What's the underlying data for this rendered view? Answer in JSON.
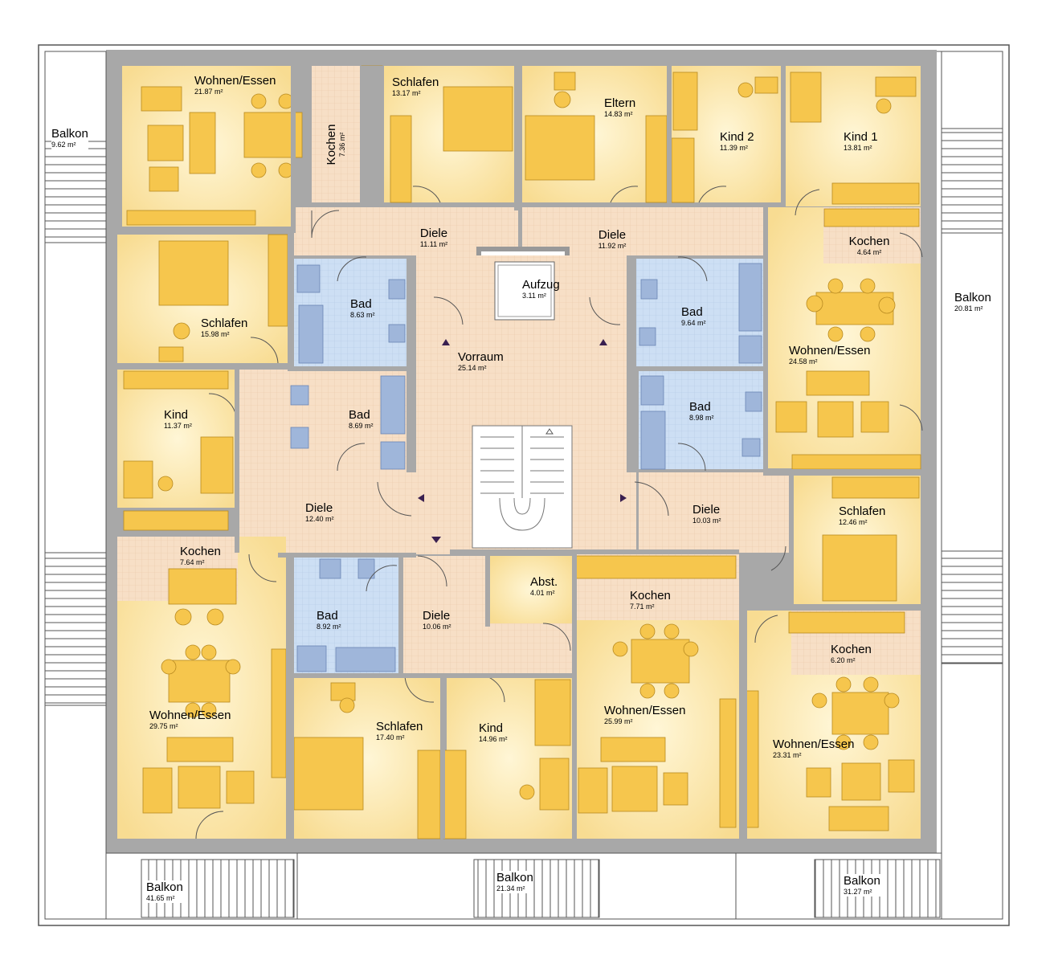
{
  "colors": {
    "room_fill": "#fde7a6",
    "room_glow": "#fff7dc",
    "tile_fill": "#f6dcc0",
    "bath_fill": "#cfdff5",
    "wall": "#a9a9a9",
    "furniture": "#f3c24a",
    "balcony_line": "#555555"
  },
  "rooms": [
    {
      "id": "wohnen-nw",
      "name": "Wohnen/Essen",
      "area": "21.87 m²"
    },
    {
      "id": "kochen-n",
      "name": "Kochen",
      "area": "7.36 m²"
    },
    {
      "id": "schlafen-n",
      "name": "Schlafen",
      "area": "13.17 m²"
    },
    {
      "id": "eltern",
      "name": "Eltern",
      "area": "14.83 m²"
    },
    {
      "id": "kind2",
      "name": "Kind 2",
      "area": "11.39 m²"
    },
    {
      "id": "kind1",
      "name": "Kind 1",
      "area": "13.81 m²"
    },
    {
      "id": "diele-n1",
      "name": "Diele",
      "area": "11.11 m²"
    },
    {
      "id": "diele-n2",
      "name": "Diele",
      "area": "11.92 m²"
    },
    {
      "id": "kochen-ne",
      "name": "Kochen",
      "area": "4.64 m²"
    },
    {
      "id": "schlafen-w",
      "name": "Schlafen",
      "area": "15.98 m²"
    },
    {
      "id": "bad-1",
      "name": "Bad",
      "area": "8.63 m²"
    },
    {
      "id": "aufzug",
      "name": "Aufzug",
      "area": "3.11 m²"
    },
    {
      "id": "bad-2",
      "name": "Bad",
      "area": "9.64 m²"
    },
    {
      "id": "wohnen-e",
      "name": "Wohnen/Essen",
      "area": "24.58 m²"
    },
    {
      "id": "vorraum",
      "name": "Vorraum",
      "area": "25.14 m²"
    },
    {
      "id": "kind-w",
      "name": "Kind",
      "area": "11.37 m²"
    },
    {
      "id": "bad-3",
      "name": "Bad",
      "area": "8.69 m²"
    },
    {
      "id": "bad-4",
      "name": "Bad",
      "area": "8.98 m²"
    },
    {
      "id": "diele-w",
      "name": "Diele",
      "area": "12.40 m²"
    },
    {
      "id": "diele-e",
      "name": "Diele",
      "area": "10.03 m²"
    },
    {
      "id": "schlafen-e",
      "name": "Schlafen",
      "area": "12.46 m²"
    },
    {
      "id": "kochen-w",
      "name": "Kochen",
      "area": "7.64 m²"
    },
    {
      "id": "abst",
      "name": "Abst.",
      "area": "4.01 m²"
    },
    {
      "id": "kochen-s",
      "name": "Kochen",
      "area": "7.71 m²"
    },
    {
      "id": "bad-5",
      "name": "Bad",
      "area": "8.92 m²"
    },
    {
      "id": "diele-s",
      "name": "Diele",
      "area": "10.06 m²"
    },
    {
      "id": "kochen-se",
      "name": "Kochen",
      "area": "6.20 m²"
    },
    {
      "id": "wohnen-sw",
      "name": "Wohnen/Essen",
      "area": "29.75 m²"
    },
    {
      "id": "schlafen-s",
      "name": "Schlafen",
      "area": "17.40 m²"
    },
    {
      "id": "kind-s",
      "name": "Kind",
      "area": "14.96 m²"
    },
    {
      "id": "wohnen-s",
      "name": "Wohnen/Essen",
      "area": "25.99 m²"
    },
    {
      "id": "wohnen-se",
      "name": "Wohnen/Essen",
      "area": "23.31 m²"
    }
  ],
  "balconies": [
    {
      "id": "balkon-w",
      "name": "Balkon",
      "area": "9.62 m²"
    },
    {
      "id": "balkon-e",
      "name": "Balkon",
      "area": "20.81 m²"
    },
    {
      "id": "balkon-s1",
      "name": "Balkon",
      "area": "41.65 m²"
    },
    {
      "id": "balkon-s2",
      "name": "Balkon",
      "area": "21.34 m²"
    },
    {
      "id": "balkon-s3",
      "name": "Balkon",
      "area": "31.27 m²"
    }
  ]
}
